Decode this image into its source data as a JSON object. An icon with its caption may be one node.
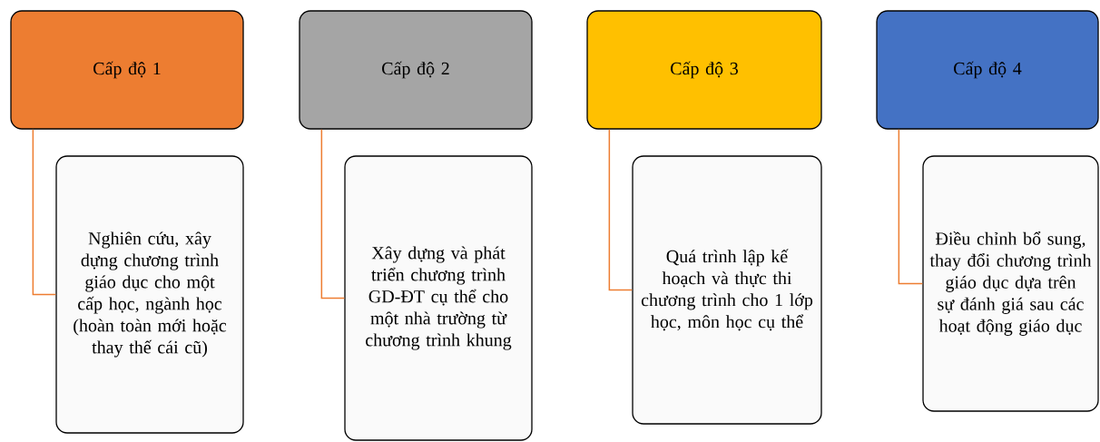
{
  "diagram": {
    "nodes": [
      {
        "text": [
          "Cấp độ 1"
        ]
      },
      {
        "text": [
          "Nghiên cứu, xây dựng chương trình giáo dục cho một cấp học, ngành học (hoàn toàn mới hoặc thay thế cái cũ)"
        ]
      },
      {
        "text": [
          "Cấp độ 2"
        ]
      },
      {
        "text": [
          "Xây dựng và phát triển chương trình GD-ĐT cụ thể cho một nhà trường từ chương trình khung"
        ]
      },
      {
        "text": [
          "Cấp độ 3"
        ]
      },
      {
        "text": [
          "Quá trình lập kế hoạch và thực thi chương trình cho 1 lớp học, môn học cụ thể"
        ]
      },
      {
        "text": [
          "Cấp độ 4"
        ]
      },
      {
        "text": [
          "Điều chỉnh bổ sung, thay đổi chương trình giáo dục dựa trên sự đánh giá sau các hoạt động giáo dục"
        ]
      }
    ],
    "edges": [
      {
        "from": 0,
        "to": 1,
        "arrow": "none"
      },
      {
        "from": 2,
        "to": 3,
        "arrow": "none"
      },
      {
        "from": 4,
        "to": 5,
        "arrow": "none"
      },
      {
        "from": 6,
        "to": 7,
        "arrow": "none"
      }
    ]
  }
}
